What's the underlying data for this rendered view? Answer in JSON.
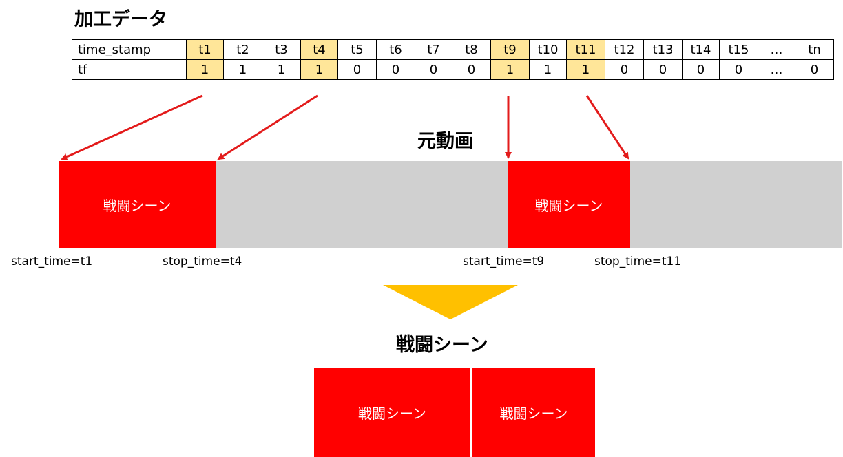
{
  "processed_data": {
    "title": "加工データ",
    "header_row": [
      "time_stamp",
      "t1",
      "t2",
      "t3",
      "t4",
      "t5",
      "t6",
      "t7",
      "t8",
      "t9",
      "t10",
      "t11",
      "t12",
      "t13",
      "t14",
      "t15",
      "…",
      "tn"
    ],
    "value_row": [
      "tf",
      "1",
      "1",
      "1",
      "1",
      "0",
      "0",
      "0",
      "0",
      "1",
      "1",
      "1",
      "0",
      "0",
      "0",
      "0",
      "…",
      "0"
    ],
    "highlighted_columns": [
      "t1",
      "t4",
      "t9",
      "t11"
    ],
    "highlight_color": "#ffe699"
  },
  "original_video": {
    "title": "元動画",
    "scenes": [
      {
        "label": "戦闘シーン",
        "start_label": "start_time=t1",
        "stop_label": "stop_time=t4"
      },
      {
        "label": "戦闘シーン",
        "start_label": "start_time=t9",
        "stop_label": "stop_time=t11"
      }
    ],
    "scene_color": "#ff0000",
    "background_color": "#d0d0d0",
    "arrow_color": "#e31b1b"
  },
  "result": {
    "title": "戦闘シーン",
    "clips": [
      "戦闘シーン",
      "戦闘シーン"
    ],
    "arrow_color": "#ffc000"
  }
}
